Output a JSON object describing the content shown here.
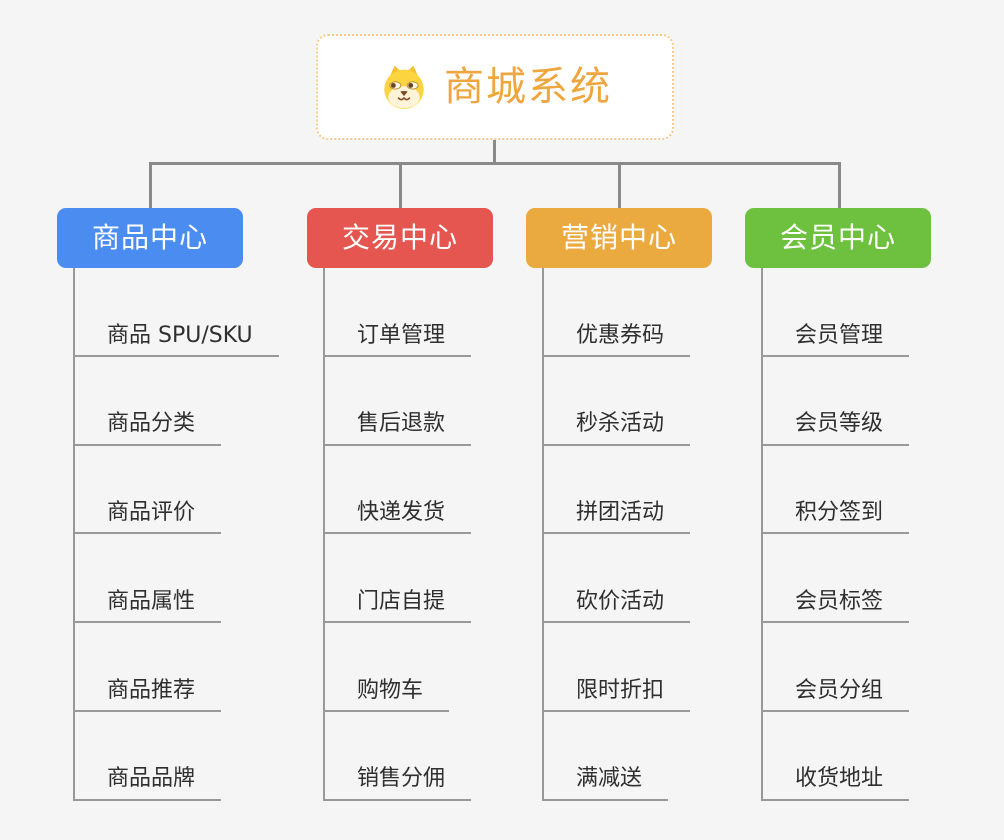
{
  "app": {
    "type": "mindmap-org-chart"
  },
  "colors": {
    "background": "#f5f5f5",
    "connector": "#8a8a8a",
    "leaf_line": "#999999",
    "leaf_text": "#2f2f2f",
    "root_text": "#f0a63e",
    "root_border": "#f7ca8a"
  },
  "root": {
    "title": "商城系统",
    "icon": "dog-face-icon"
  },
  "branches": [
    {
      "label": "商品中心",
      "color": "#4a8cf0",
      "items": [
        "商品 SPU/SKU",
        "商品分类",
        "商品评价",
        "商品属性",
        "商品推荐",
        "商品品牌"
      ]
    },
    {
      "label": "交易中心",
      "color": "#e4564f",
      "items": [
        "订单管理",
        "售后退款",
        "快递发货",
        "门店自提",
        "购物车",
        "销售分佣"
      ]
    },
    {
      "label": "营销中心",
      "color": "#ebaa40",
      "items": [
        "优惠券码",
        "秒杀活动",
        "拼团活动",
        "砍价活动",
        "限时折扣",
        "满减送"
      ]
    },
    {
      "label": "会员中心",
      "color": "#6ec13f",
      "items": [
        "会员管理",
        "会员等级",
        "积分签到",
        "会员标签",
        "会员分组",
        "收货地址"
      ]
    }
  ]
}
